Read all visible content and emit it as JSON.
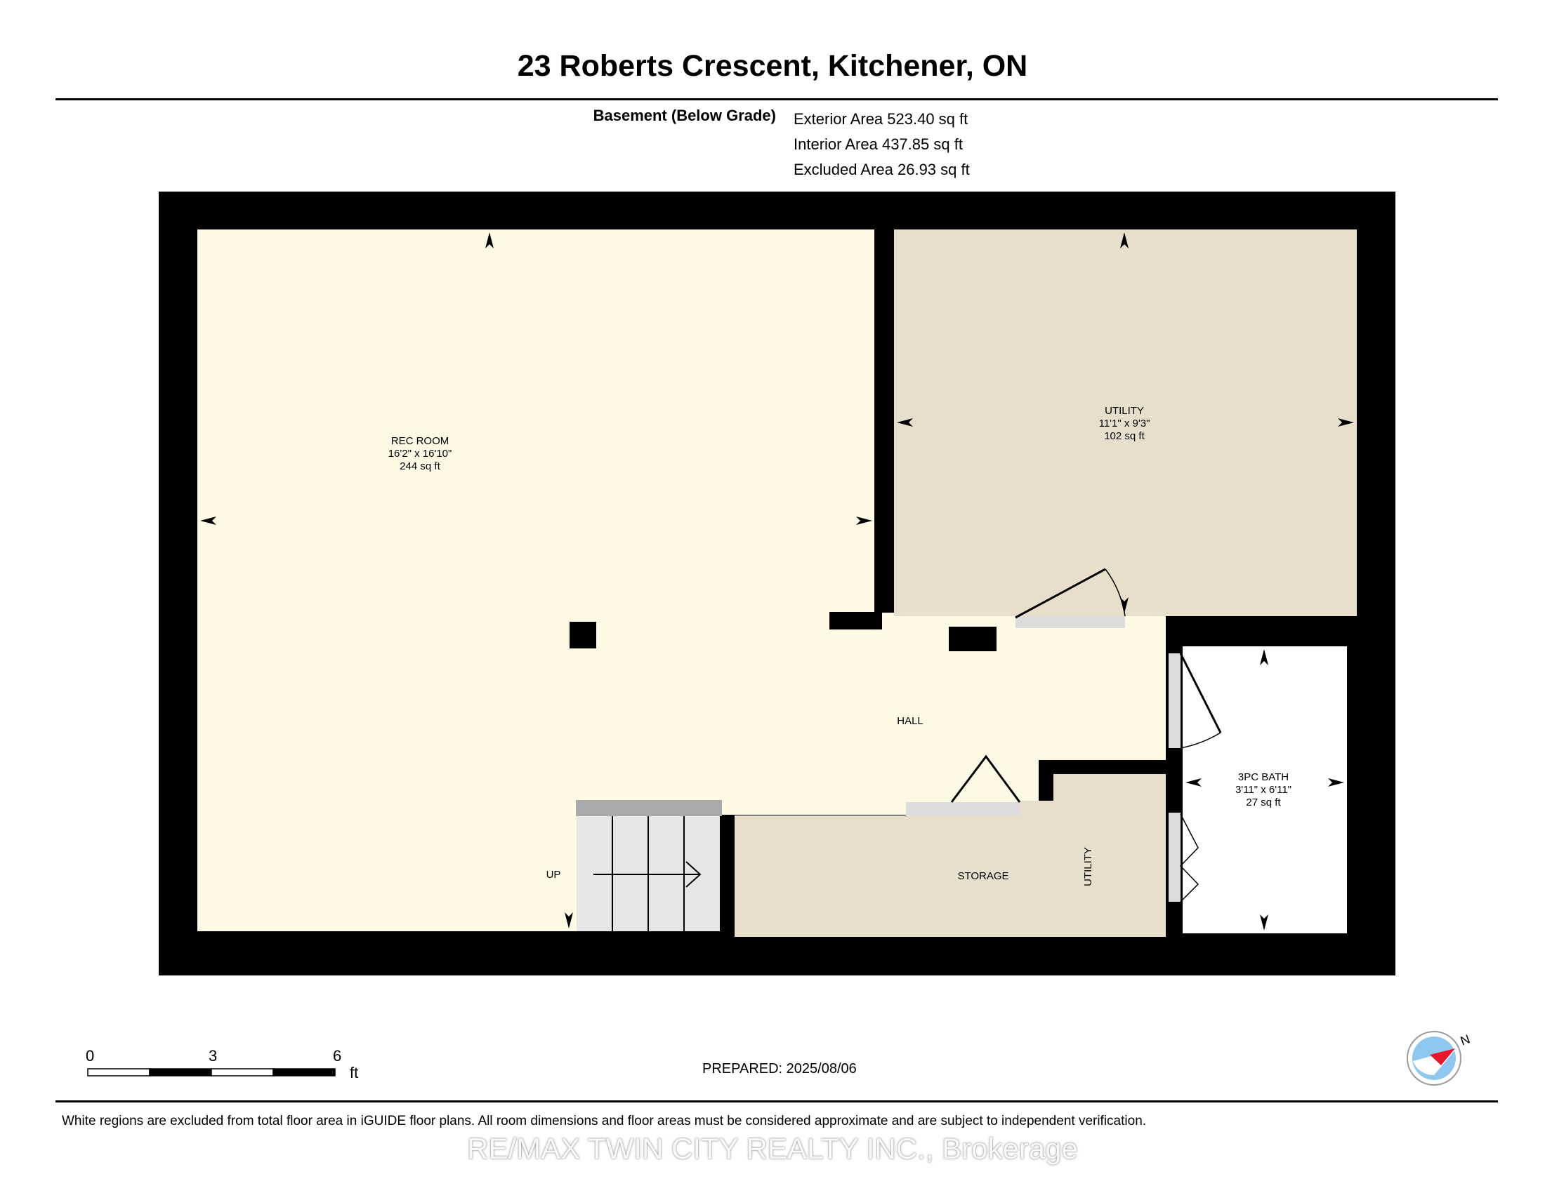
{
  "header": {
    "title": "23 Roberts Crescent, Kitchener, ON",
    "floor_label": "Basement (Below Grade)",
    "exterior_area": "Exterior Area 523.40 sq ft",
    "interior_area": "Interior Area 437.85 sq ft",
    "excluded_area": "Excluded Area 26.93 sq ft"
  },
  "rooms": {
    "rec_room": {
      "name": "REC ROOM",
      "dims": "16'2\" x 16'10\"",
      "area": "244 sq ft"
    },
    "utility": {
      "name": "UTILITY",
      "dims": "11'1\" x 9'3\"",
      "area": "102 sq ft"
    },
    "bath": {
      "name": "3PC BATH",
      "dims": "3'11\" x 6'11\"",
      "area": "27 sq ft"
    },
    "hall": "HALL",
    "storage": "STORAGE",
    "storage_utility": "UTILITY",
    "stairs_label": "UP"
  },
  "scale_bar": {
    "ticks": [
      "0",
      "3",
      "6"
    ],
    "unit": "ft"
  },
  "prepared": "PREPARED: 2025/08/06",
  "disclaimer": "White regions are excluded from total floor area in iGUIDE floor plans. All room dimensions and floor areas must be considered approximate and are subject to independent verification.",
  "compass_label": "N",
  "watermark": "RE/MAX TWIN CITY REALTY INC., Brokerage",
  "colors": {
    "wall": "#000000",
    "rec_room": "#fdf9e5",
    "utility": "#e7dfcc",
    "storage": "#e7dfcc",
    "bath": "#ffffff",
    "stairs": "#e6e6e6",
    "door_sill": "#dcdcdc",
    "compass_blue": "#8ec7ef",
    "compass_red": "#e8172c"
  }
}
